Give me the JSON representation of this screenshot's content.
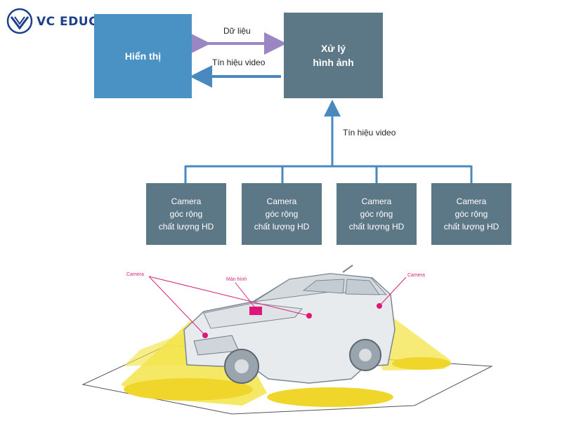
{
  "brand": {
    "name": "VC EDUCATION",
    "color": "#1d3f8c"
  },
  "diagram": {
    "display_box": "Hiển thị",
    "processing_box": {
      "line1": "Xử lý",
      "line2": "hình ảnh"
    },
    "arrow_data_label": "Dữ liệu",
    "arrow_video_label": "Tín hiệu video",
    "bus_video_label": "Tín hiệu video",
    "cameras": [
      {
        "line1": "Camera",
        "line2": "góc rộng",
        "line3": "chất lượng HD"
      },
      {
        "line1": "Camera",
        "line2": "góc rộng",
        "line3": "chất lượng HD"
      },
      {
        "line1": "Camera",
        "line2": "góc rộng",
        "line3": "chất lượng HD"
      },
      {
        "line1": "Camera",
        "line2": "góc rộng",
        "line3": "chất lượng HD"
      }
    ]
  },
  "illustration": {
    "label_camera_left": "Camera",
    "label_screen": "Màn hình",
    "label_camera_right": "Camera"
  },
  "colors": {
    "display": "#4a92c4",
    "processing": "#5c7887",
    "data_arrow": "#9a86c2",
    "video_arrow": "#4a88c0",
    "callout": "#d6257a",
    "camera_zone": "#f3e44a"
  }
}
